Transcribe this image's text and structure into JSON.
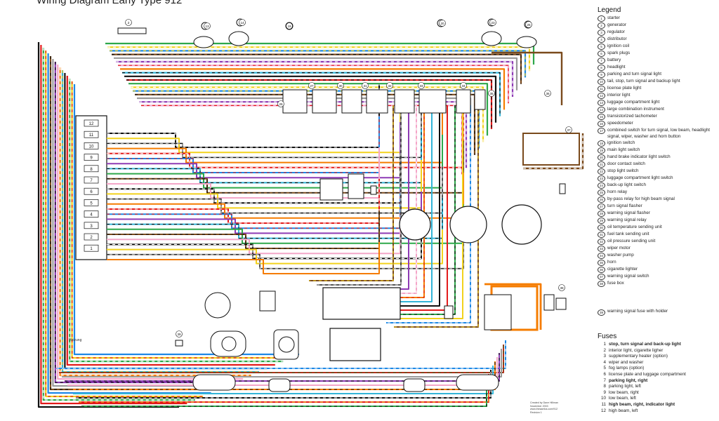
{
  "title": "Wiring Diagram Early Type 912",
  "legend": {
    "heading": "Legend",
    "items": [
      "starter",
      "generator",
      "regulator",
      "distributor",
      "ignition coil",
      "spark plugs",
      "battery",
      "headlight",
      "parking and turn signal light",
      "tail, stop, turn signal and backup light",
      "license plate light",
      "interior light",
      "luggage compartment light",
      "large combination instrument",
      "transistorized tachometer",
      "speedometer",
      "combined switch for turn signal, low beam, headlight signal, wiper, washer and horn button",
      "ignition switch",
      "main light switch",
      "hand brake indicator light switch",
      "door contact switch",
      "stop light switch",
      "luggage compartment light switch",
      "back-up light switch",
      "horn relay",
      "by-pass relay for high beam signal",
      "turn signal flasher",
      "warning signal flasher",
      "warning signal relay",
      "oil temperature sending unit",
      "fuel tank sending unit",
      "oil pressure sending unit",
      "wiper motor",
      "washer pump",
      "horn",
      "cigarette lighter",
      "warning signal switch",
      "fuse box"
    ],
    "extra": {
      "num": "39",
      "text": "warning signal fuse with holder"
    }
  },
  "fuses": {
    "heading": "Fuses",
    "items": [
      {
        "num": "1",
        "text": "stop, turn signal and back-up light",
        "bold": true
      },
      {
        "num": "2",
        "text": "interior light, cigarette ligher",
        "bold": false
      },
      {
        "num": "3",
        "text": "supplementary heater (option)",
        "bold": false
      },
      {
        "num": "4",
        "text": "wiper and washer",
        "bold": false
      },
      {
        "num": "5",
        "text": "fog lamps (option)",
        "bold": false
      },
      {
        "num": "6",
        "text": "license plate and luggage compartment",
        "bold": false
      },
      {
        "num": "7",
        "text": "parking light, right",
        "bold": true
      },
      {
        "num": "8",
        "text": "parking light, left",
        "bold": false
      },
      {
        "num": "9",
        "text": "low beam, right",
        "bold": false
      },
      {
        "num": "10",
        "text": "low beam, left",
        "bold": false
      },
      {
        "num": "11",
        "text": "high beam, right, indicator light",
        "bold": true
      },
      {
        "num": "12",
        "text": "high beam, left",
        "bold": false
      }
    ]
  },
  "fuse_box_labels": [
    "12",
    "11",
    "10",
    "9",
    "8",
    "7",
    "6",
    "5",
    "4",
    "3",
    "2",
    "1"
  ],
  "credit": [
    "Created by Dave Hillman",
    "November 2003",
    "www.thesamba.com/912",
    "Revision 1"
  ],
  "heater_label": "Heizung",
  "wire_colors": {
    "black": "#111111",
    "red": "#e31b1b",
    "blue": "#1e88e5",
    "yellow": "#f2d21c",
    "green": "#2ea84a",
    "brown": "#7a4a1c",
    "grey": "#9a9a9a",
    "violet": "#8e3bb5",
    "white": "#ffffff",
    "pink": "#f4a6c8",
    "orange": "#f57c00",
    "cyan": "#33b5d8"
  },
  "component_numbers": [
    "2",
    "13",
    "14",
    "19",
    "20",
    "23",
    "25",
    "26",
    "27",
    "30",
    "31",
    "32",
    "33",
    "34",
    "35",
    "36",
    "37",
    "38",
    "39"
  ]
}
